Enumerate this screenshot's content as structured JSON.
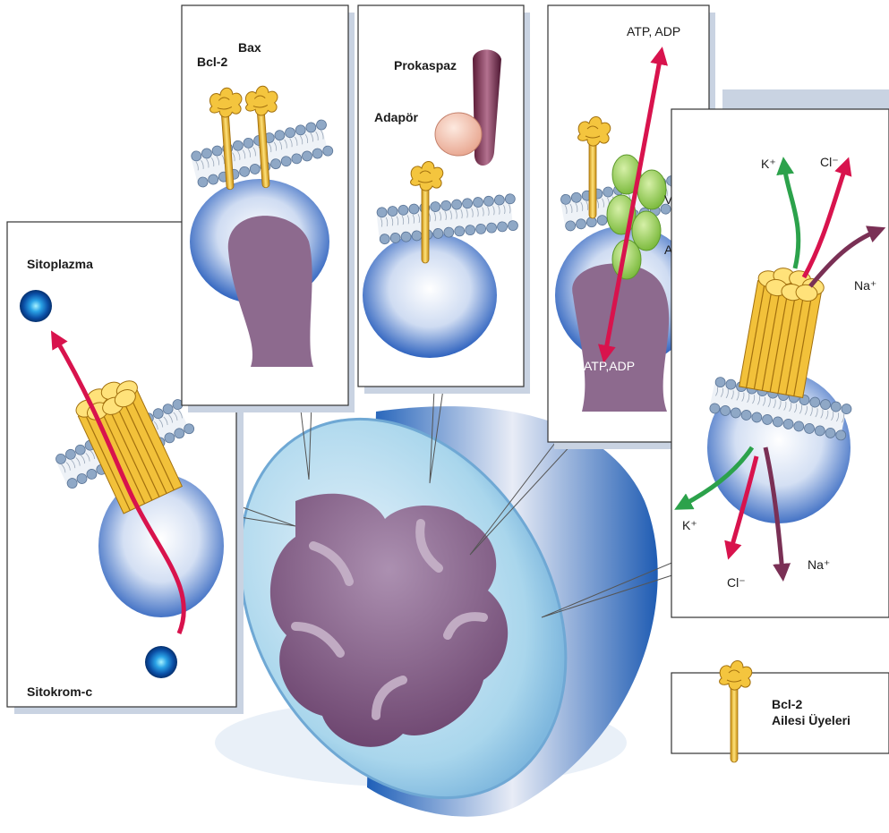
{
  "panels": {
    "cytoplasm_channel": {
      "top_label": "Sitoplazma",
      "bottom_label": "Sitokrom-c"
    },
    "bcl2_bax": {
      "label_bcl2": "Bcl-2",
      "label_bax": "Bax"
    },
    "caspase": {
      "label_procaspase": "Prokaspaz",
      "label_adaptor": "Adapör"
    },
    "atp_transport": {
      "label_top": "ATP, ADP",
      "label_bottom": "ATP,ADP",
      "label_vdac": "VDAC",
      "label_ant": "ANT"
    },
    "ion_channel": {
      "k_top": "K⁺",
      "cl_top": "Cl⁻",
      "na_top": "Na⁺",
      "k_bottom": "K⁺",
      "cl_bottom": "Cl⁻",
      "na_bottom": "Na⁺"
    }
  },
  "legend": {
    "line1": "Bcl-2",
    "line2": "Ailesi Üyeleri"
  },
  "colors": {
    "red_arrow": "#d8134d",
    "green_arrow": "#2ca24b",
    "purple_arrow": "#7a3055",
    "protein_yellow": "#f2c13a",
    "lipid_head": "#8fa8c6",
    "membrane_glow": "#3f76c8",
    "matrix_purple": "#7b5079"
  }
}
